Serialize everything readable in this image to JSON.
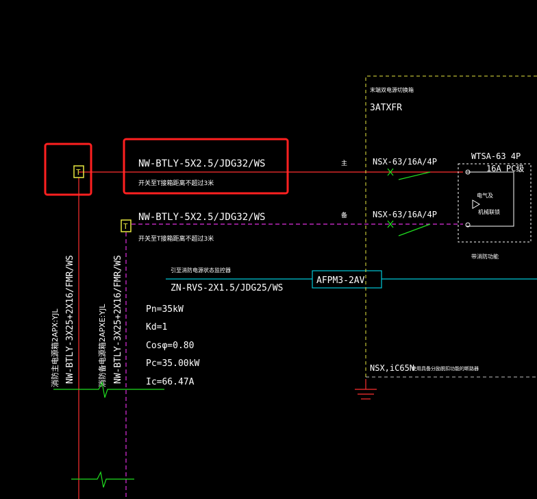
{
  "colors": {
    "background": "#000000",
    "main_line": "#ff3030",
    "backup_line": "#e030e0",
    "signal_line": "#00c8d8",
    "green": "#20e020",
    "yellow": "#e8e840",
    "white": "#ffffff",
    "highlight": "#ff2020"
  },
  "cable": {
    "main_spec": "NW-BTLY-5X2.5/JDG32/WS",
    "main_note": "开关至T接箱距离不超过3米",
    "backup_spec": "NW-BTLY-5X2.5/JDG32/WS",
    "backup_note": "开关至T接箱距离不超过3米",
    "t_label_main": "T",
    "t_label_backup": "T"
  },
  "feeders": {
    "left_vertical": "NW-BTLY-3X25+2X16/FMR/WS",
    "left_vertical_tag": "消防主电源箱2APX:YJL",
    "right_vertical": "NW-BTLY-3X25+2X16/FMR/WS",
    "right_vertical_tag": "消防备电源箱2APXE:YJL"
  },
  "signal": {
    "note": "引至消防电源状态监控器",
    "cable": "ZN-RVS-2X1.5/JDG25/WS",
    "module": "AFPM3-2AV"
  },
  "load": {
    "pn": "Pn=35kW",
    "kd": "Kd=1",
    "cos": "Cosφ=0.80",
    "pc": "Pc=35.00kW",
    "ic": "Ic=66.47A"
  },
  "panel": {
    "title": "末端双电源切换箱",
    "code": "3ATXFR",
    "main_tag": "主",
    "backup_tag": "备",
    "breaker_main": "NSX-63/16A/4P",
    "breaker_backup": "NSX-63/16A/4P",
    "ats_model": "WTSA-63 4P",
    "ats_rating": "16A PC级",
    "ats_inner_1": "电气及",
    "ats_inner_2": "机械联锁",
    "ats_caption": "带消防功能",
    "bottom_note": "NSX,iC65N",
    "bottom_note_cn": "使用具备分励脱扣功能的断路器"
  }
}
